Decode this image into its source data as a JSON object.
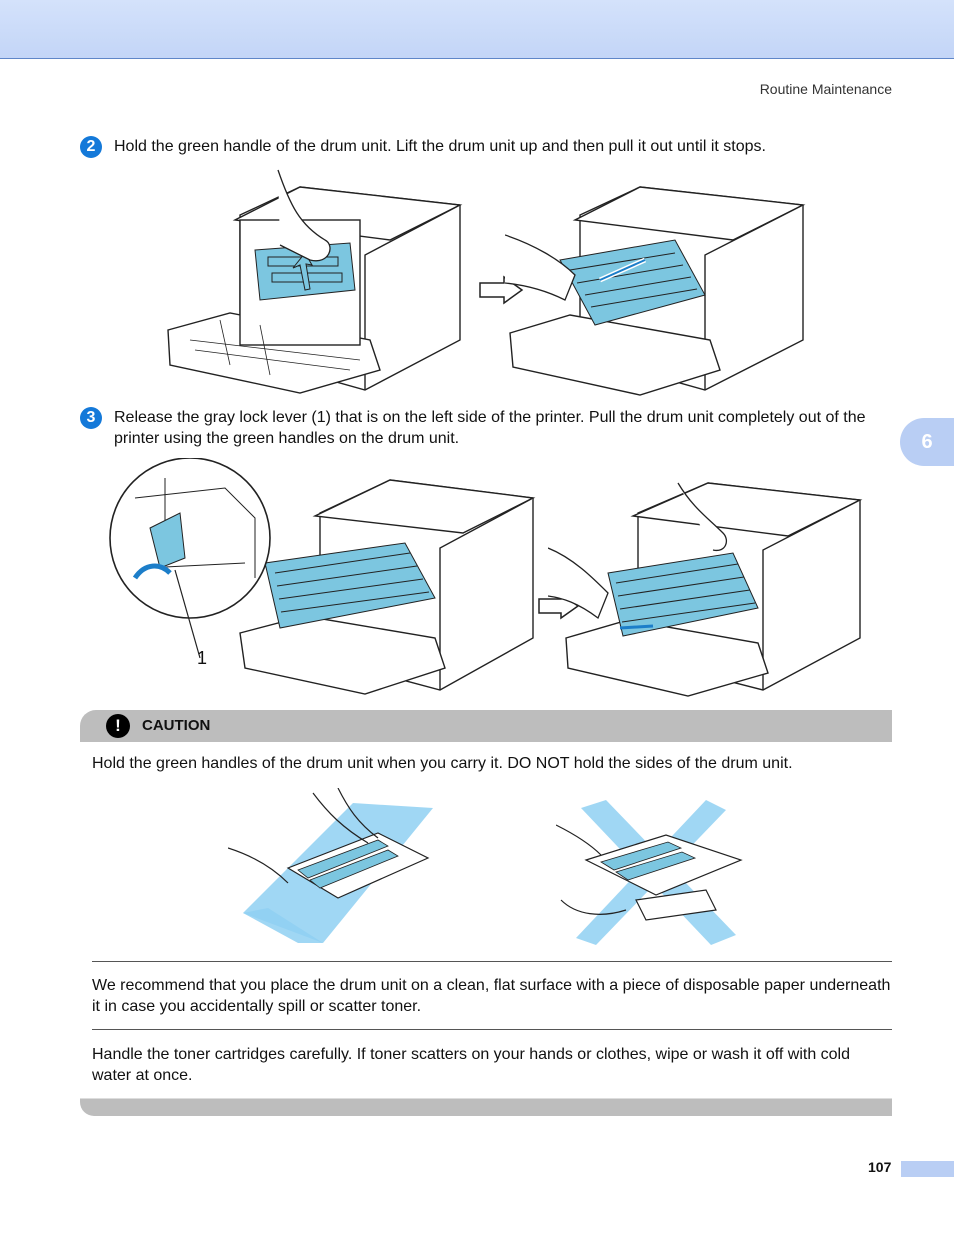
{
  "header": {
    "section_title": "Routine Maintenance"
  },
  "chapter_tab": {
    "number": "6"
  },
  "steps": [
    {
      "number": "2",
      "text": "Hold the green handle of the drum unit. Lift the drum unit up and then pull it out until it stops."
    },
    {
      "number": "3",
      "text": "Release the gray lock lever (1) that is on the left side of the printer. Pull the drum unit completely out of the printer using the green handles on the drum unit."
    }
  ],
  "figure_callout": {
    "label": "1"
  },
  "caution": {
    "icon": "exclamation-icon",
    "label": "CAUTION",
    "text": "Hold the green handles of the drum unit when you carry it. DO NOT hold the sides of the drum unit."
  },
  "notes": [
    "We recommend that you place the drum unit on a clean, flat surface with a piece of disposable paper underneath it in case you accidentally spill or scatter toner.",
    "Handle the toner cartridges carefully. If toner scatters on your hands or clothes, wipe or wash it off with cold water at once."
  ],
  "footer": {
    "page_number": "107"
  },
  "colors": {
    "accent_blue": "#1479d9",
    "drum_cyan": "#7cc6e0",
    "mark_blue": "#8fd0f2",
    "band_blue": "#c3d5f7",
    "caution_gray": "#bdbdbd"
  }
}
